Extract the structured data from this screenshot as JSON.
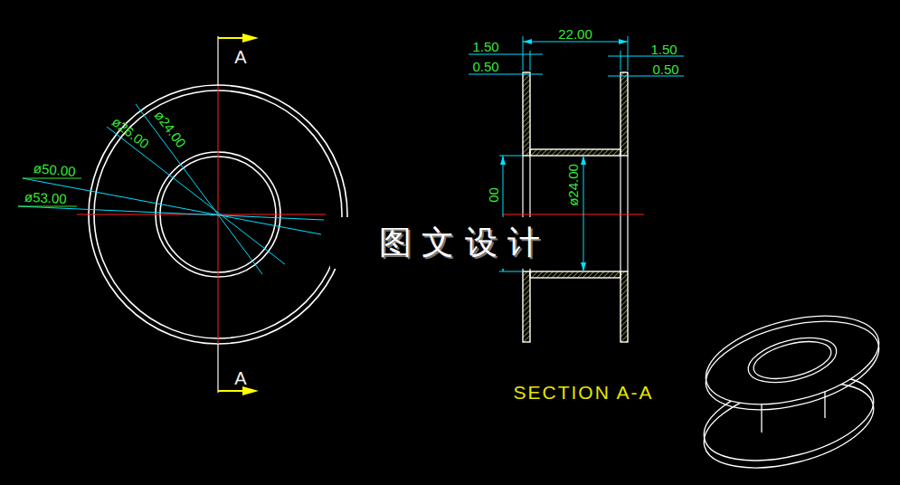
{
  "diagram": {
    "labels": [
      "A",
      "A",
      "ø24.00",
      "ø26.00",
      "ø50.00",
      "ø53.00",
      "1.50",
      "0.50",
      "22.00",
      "1.50",
      "0.50",
      "00",
      "ø24.00",
      "SECTION A-A",
      "图 文 设 计"
    ]
  }
}
